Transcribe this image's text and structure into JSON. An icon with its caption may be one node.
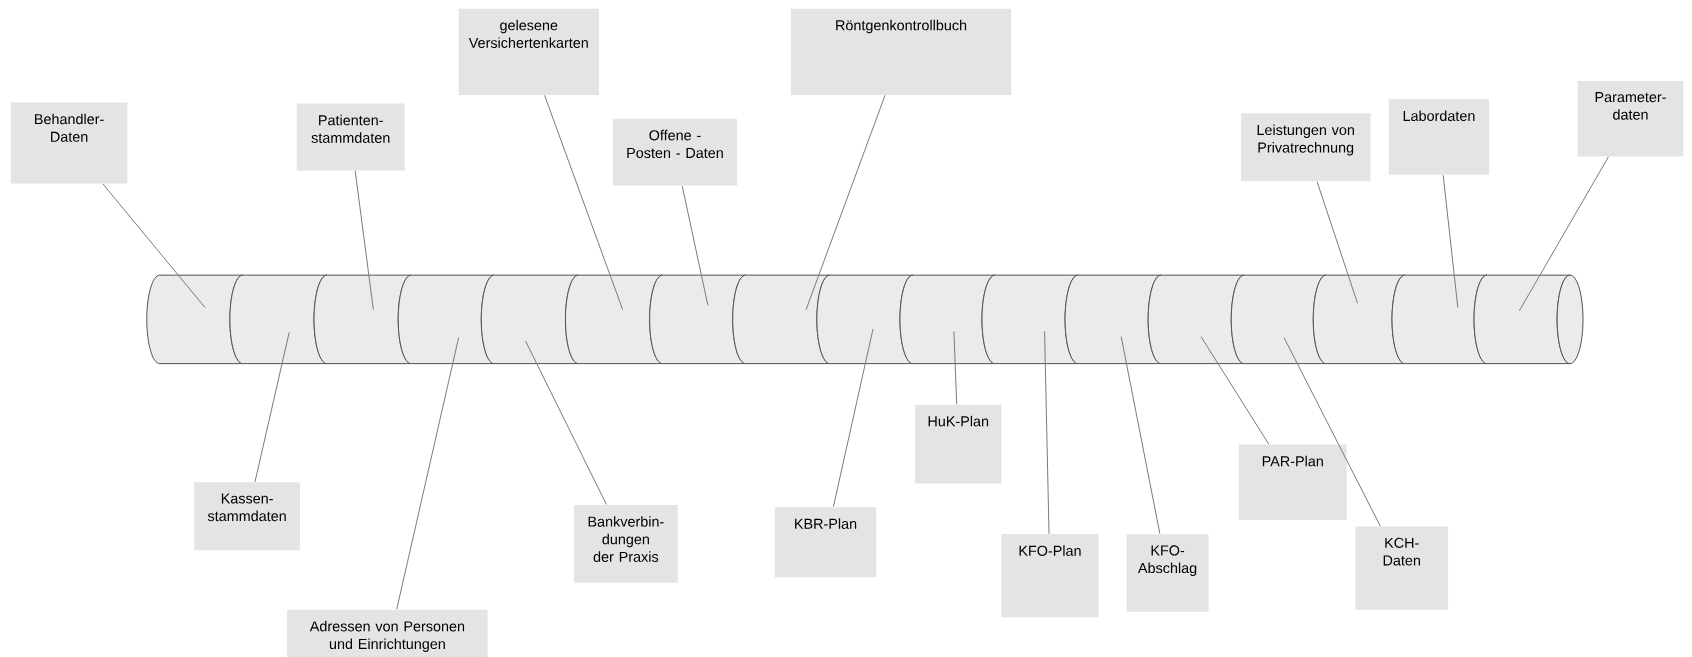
{
  "diagram": {
    "nodes": [
      {
        "text": [
          "Behandler- Daten"
        ]
      },
      {
        "text": [
          "Kassen- stammdaten"
        ]
      },
      {
        "text": [
          "Patienten- stammdaten"
        ]
      },
      {
        "text": [
          "Adressen von Personen und Einrichtungen"
        ]
      },
      {
        "text": [
          "Bankverbin- dungen der Praxis"
        ]
      },
      {
        "text": [
          "gelesene Versichertenkarten"
        ]
      },
      {
        "text": [
          "Offene - Posten - Daten"
        ]
      },
      {
        "text": [
          "Röntgenkontrollbuch"
        ]
      },
      {
        "text": [
          "KBR-Plan"
        ]
      },
      {
        "text": [
          "HuK-Plan"
        ]
      },
      {
        "text": [
          "KFO-Plan"
        ]
      },
      {
        "text": [
          "KFO- Abschlag"
        ]
      },
      {
        "text": [
          "PAR-Plan"
        ]
      },
      {
        "text": [
          "KCH- Daten"
        ]
      },
      {
        "text": [
          "Leistungen von Privatrechnung"
        ]
      },
      {
        "text": [
          "Labordaten"
        ]
      },
      {
        "text": [
          "Parameter- daten"
        ]
      },
      {
        "text": [],
        "shape": "cylinder"
      },
      {
        "text": [],
        "shape": "cylinder"
      },
      {
        "text": [],
        "shape": "cylinder"
      },
      {
        "text": [],
        "shape": "cylinder"
      },
      {
        "text": [],
        "shape": "cylinder"
      },
      {
        "text": [],
        "shape": "cylinder"
      },
      {
        "text": [],
        "shape": "cylinder"
      },
      {
        "text": [],
        "shape": "cylinder"
      },
      {
        "text": [],
        "shape": "cylinder"
      },
      {
        "text": [],
        "shape": "cylinder"
      },
      {
        "text": [],
        "shape": "cylinder"
      },
      {
        "text": [],
        "shape": "cylinder"
      },
      {
        "text": [],
        "shape": "cylinder"
      },
      {
        "text": [],
        "shape": "cylinder"
      },
      {
        "text": [],
        "shape": "cylinder"
      },
      {
        "text": [],
        "shape": "cylinder"
      },
      {
        "text": [],
        "shape": "cylinder"
      }
    ],
    "edges": [
      {
        "from": 0,
        "to": 17,
        "arrow": "none"
      },
      {
        "from": 1,
        "to": 18,
        "arrow": "none"
      },
      {
        "from": 2,
        "to": 19,
        "arrow": "none"
      },
      {
        "from": 3,
        "to": 20,
        "arrow": "none"
      },
      {
        "from": 4,
        "to": 21,
        "arrow": "none"
      },
      {
        "from": 5,
        "to": 22,
        "arrow": "none"
      },
      {
        "from": 6,
        "to": 23,
        "arrow": "none"
      },
      {
        "from": 7,
        "to": 24,
        "arrow": "none"
      },
      {
        "from": 8,
        "to": 25,
        "arrow": "none"
      },
      {
        "from": 9,
        "to": 26,
        "arrow": "none"
      },
      {
        "from": 10,
        "to": 27,
        "arrow": "none"
      },
      {
        "from": 11,
        "to": 28,
        "arrow": "none"
      },
      {
        "from": 12,
        "to": 29,
        "arrow": "none"
      },
      {
        "from": 13,
        "to": 30,
        "arrow": "none"
      },
      {
        "from": 14,
        "to": 31,
        "arrow": "none"
      },
      {
        "from": 15,
        "to": 32,
        "arrow": "none"
      },
      {
        "from": 16,
        "to": 33,
        "arrow": "none"
      }
    ]
  }
}
